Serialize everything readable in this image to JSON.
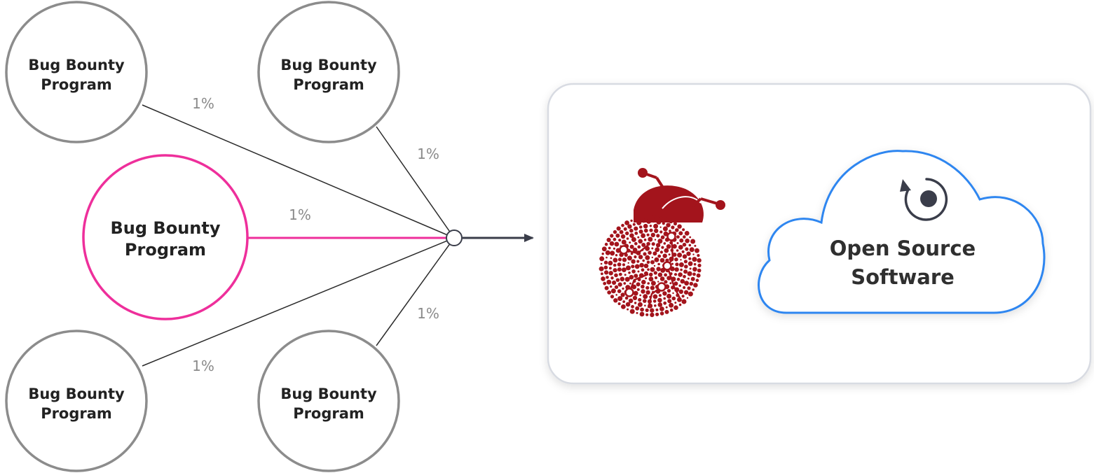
{
  "nodes": [
    {
      "label_line1": "Bug Bounty",
      "label_line2": "Program",
      "highlighted": false
    },
    {
      "label_line1": "Bug Bounty",
      "label_line2": "Program",
      "highlighted": false
    },
    {
      "label_line1": "Bug Bounty",
      "label_line2": "Program",
      "highlighted": true
    },
    {
      "label_line1": "Bug Bounty",
      "label_line2": "Program",
      "highlighted": false
    },
    {
      "label_line1": "Bug Bounty",
      "label_line2": "Program",
      "highlighted": false
    }
  ],
  "edge_labels": [
    "1%",
    "1%",
    "1%",
    "1%",
    "1%"
  ],
  "destination": {
    "cloud_line1": "Open Source",
    "cloud_line2": "Software",
    "bug_logo": "bug-logo-icon",
    "cloud_icon": "refresh-circle-icon"
  },
  "colors": {
    "node_stroke": "#8c8c8c",
    "highlight": "#ee2f9b",
    "cloud_stroke": "#2f86f0",
    "bug_red": "#a3141c",
    "edge": "#2b2b2b",
    "panel_border": "#d8dbe2"
  }
}
